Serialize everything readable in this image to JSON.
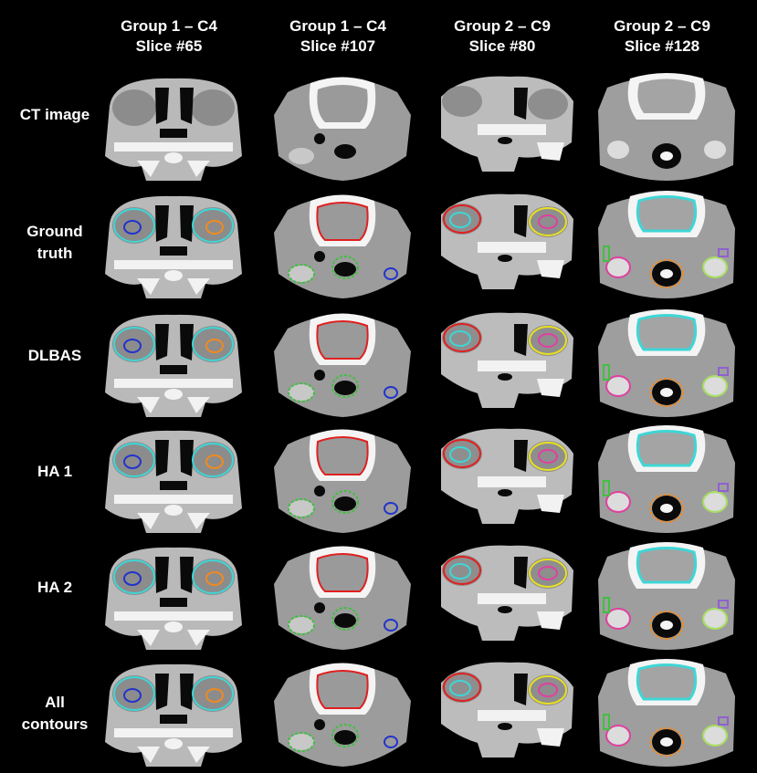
{
  "columns": [
    {
      "line1": "Group 1 – C4",
      "line2": "Slice #65"
    },
    {
      "line1": "Group 1 – C4",
      "line2": "Slice #107"
    },
    {
      "line1": "Group 2 – C9",
      "line2": "Slice #80"
    },
    {
      "line1": "Group 2 – C9",
      "line2": "Slice #128"
    }
  ],
  "rows": [
    {
      "line1": "CT image",
      "line2": ""
    },
    {
      "line1": "Ground",
      "line2": "truth"
    },
    {
      "line1": "DLBAS",
      "line2": ""
    },
    {
      "line1": "HA 1",
      "line2": ""
    },
    {
      "line1": "HA 2",
      "line2": ""
    },
    {
      "line1": "All",
      "line2": "contours"
    }
  ],
  "contour_colors": {
    "cyan": "#3fd6d6",
    "blue": "#2233cc",
    "orange": "#f08a20",
    "red": "#e02020",
    "green": "#40c040",
    "yellow": "#e8e020",
    "magenta": "#e040a0",
    "purple": "#9060d0",
    "lime": "#a8e060"
  }
}
